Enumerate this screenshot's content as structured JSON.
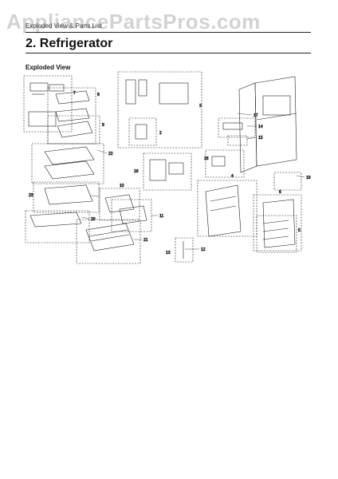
{
  "watermark": "AppliancePartsPros.com",
  "header": {
    "breadcrumb": "Exploded View & Parts List"
  },
  "section": {
    "number": "2.",
    "title": "Refrigerator"
  },
  "subtitle": "Exploded View",
  "callouts": {
    "c17": "17",
    "c14": "14",
    "c15": "15",
    "c19": "19",
    "c22": "22",
    "c23": "23",
    "c20": "20",
    "c21": "21",
    "c10": "10",
    "c11": "11",
    "c12": "12",
    "c13": "13",
    "c16": "16",
    "c18": "18",
    "c3": "3",
    "c2": "2",
    "c4": "4",
    "c6": "6",
    "c7": "7",
    "c8": "8",
    "c9": "9",
    "c5": "5"
  }
}
